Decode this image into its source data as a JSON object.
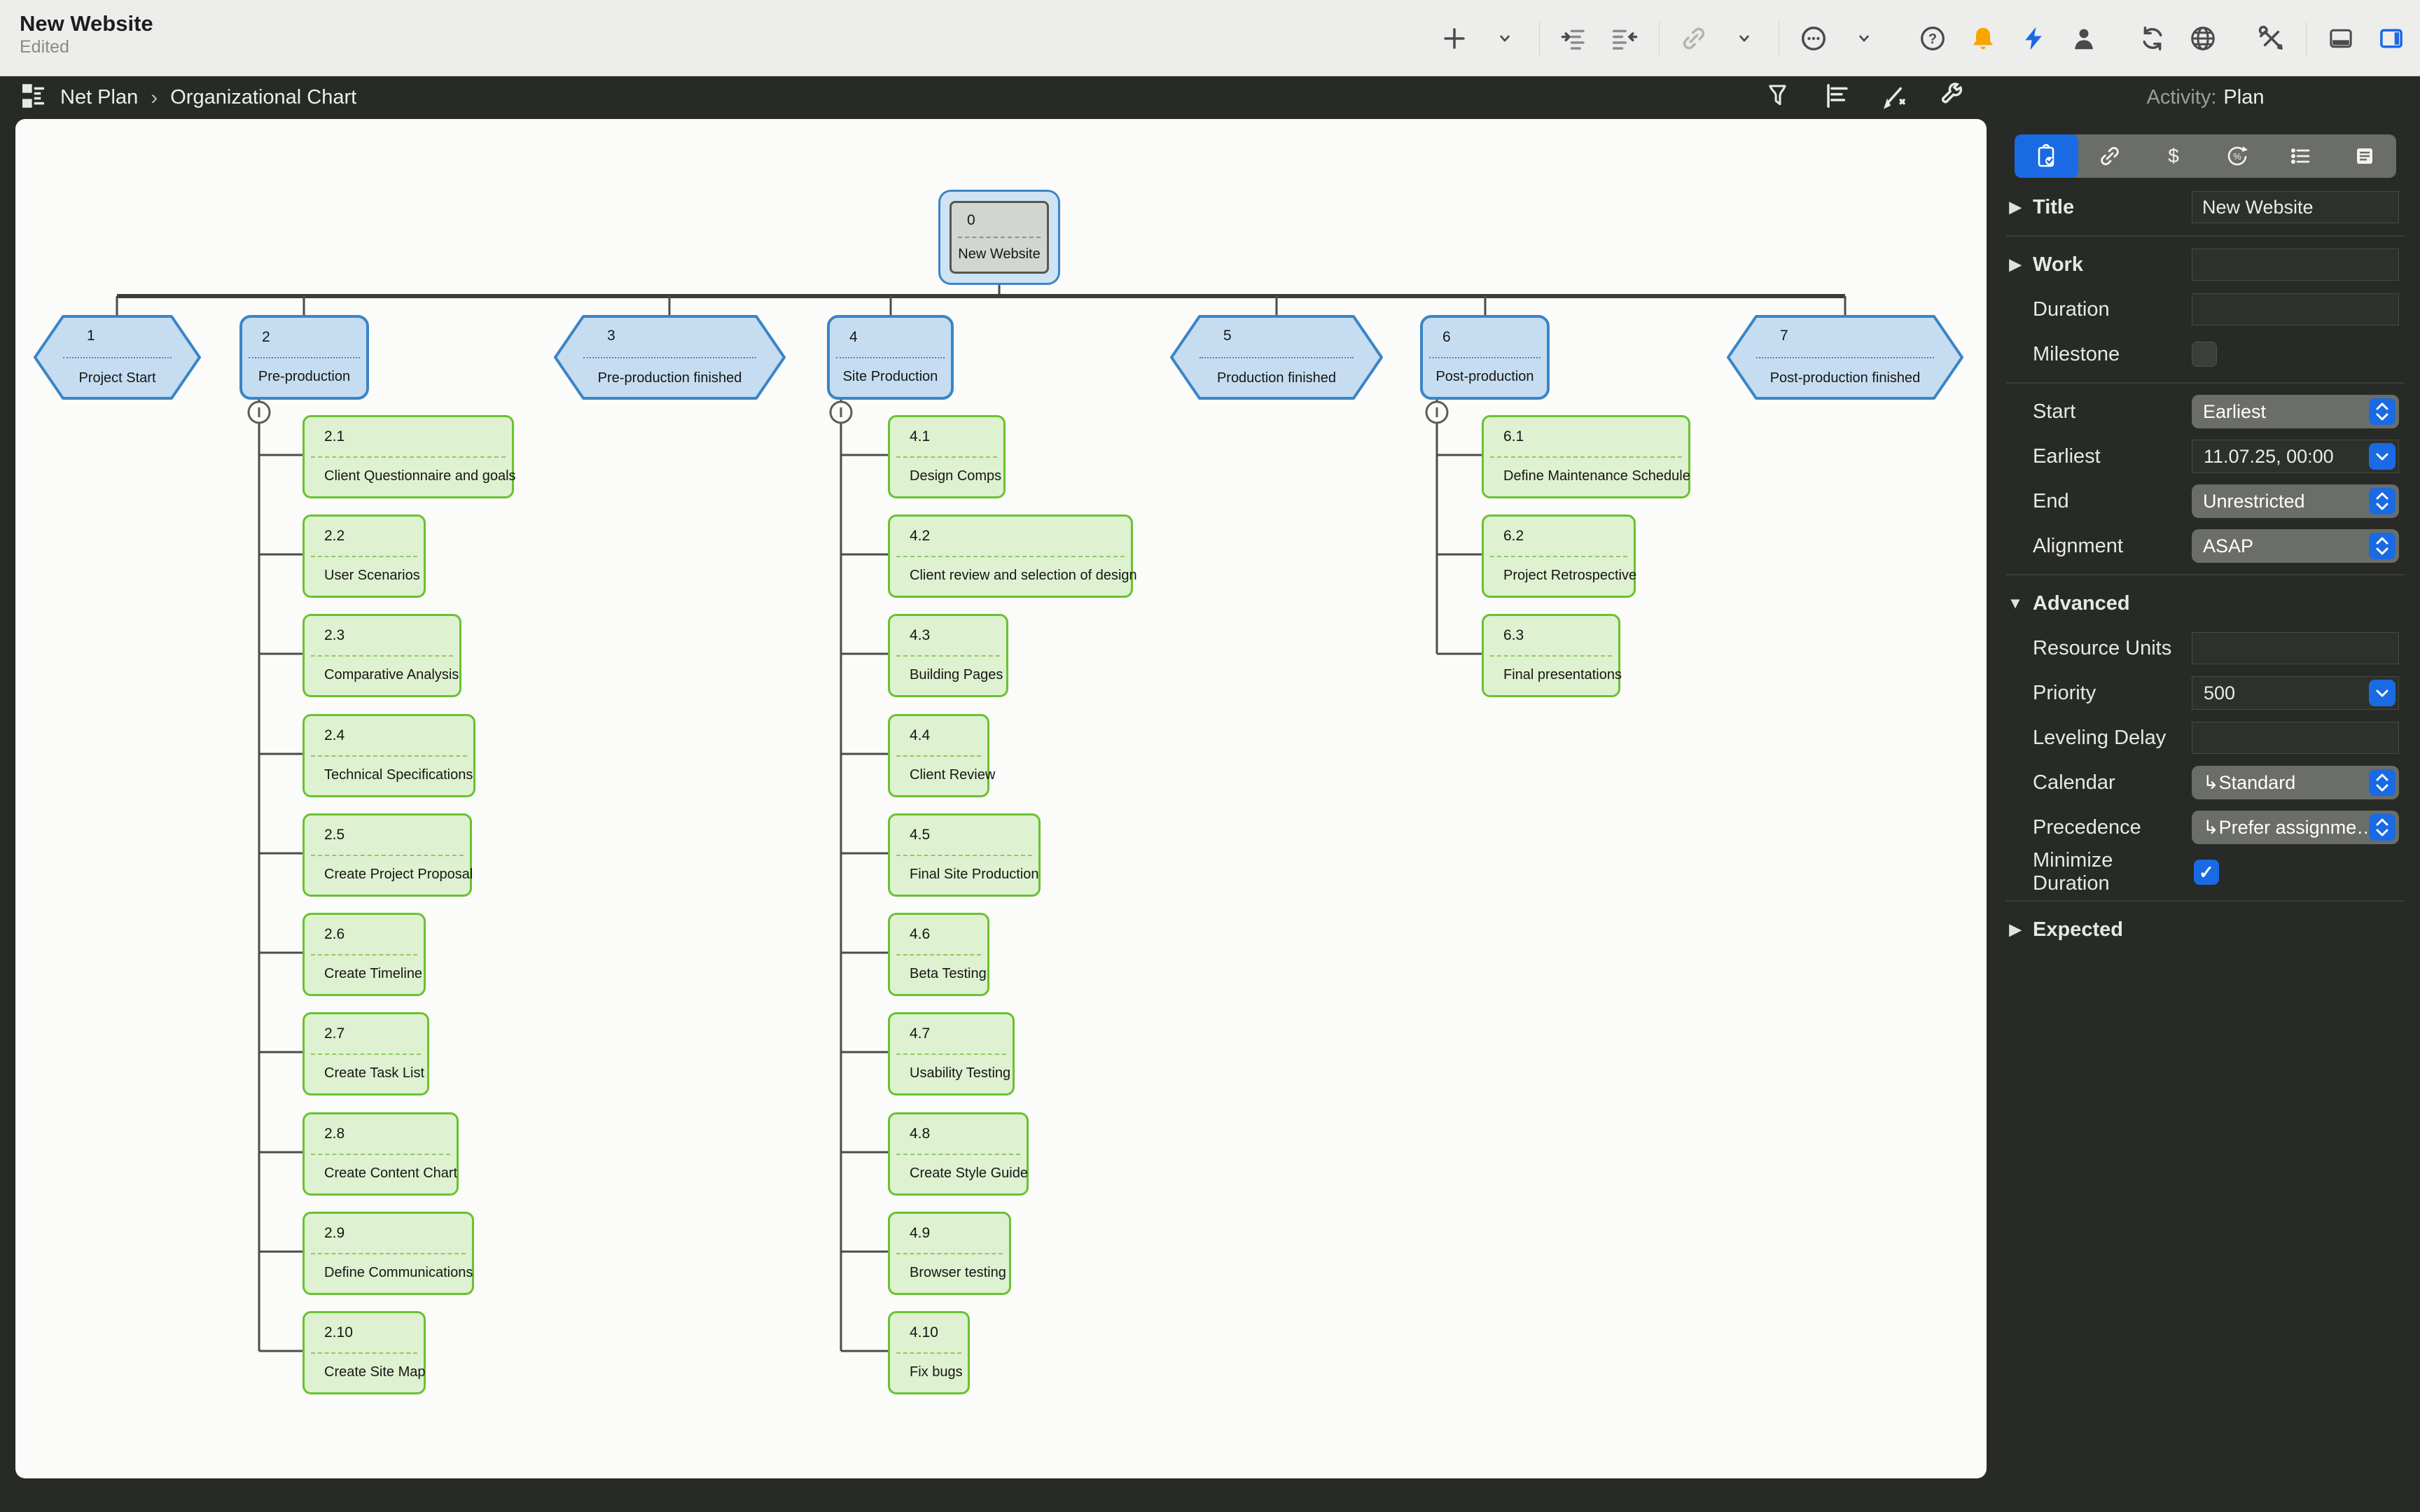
{
  "window": {
    "title": "New Website",
    "status": "Edited"
  },
  "toolbar": {
    "icons": [
      "add-icon",
      "chevron-down-icon",
      "indent-icon",
      "outdent-icon",
      "link-icon",
      "chevron-down-icon",
      "more-circle-icon",
      "chevron-down-icon",
      "help-icon",
      "notifications-icon",
      "activity-icon",
      "user-icon",
      "sync-icon",
      "network-icon",
      "settings-tools-icon",
      "bottom-panel-icon",
      "right-panel-icon"
    ]
  },
  "breadcrumb": {
    "view_icon": "net-plan-icon",
    "items": [
      "Net Plan",
      "Organizational Chart"
    ],
    "separator": "›",
    "actions": [
      "filter-icon",
      "outline-format-icon",
      "style-brush-icon",
      "wrench-icon"
    ]
  },
  "inspector": {
    "header_label": "Activity:",
    "header_value": "Plan",
    "tabs": [
      "plan-tab",
      "links-tab",
      "cost-tab",
      "progress-tab",
      "checklist-tab",
      "notes-tab"
    ],
    "title": {
      "label": "Title",
      "value": "New Website"
    },
    "work": {
      "label": "Work",
      "value": ""
    },
    "duration": {
      "label": "Duration",
      "value": ""
    },
    "milestone": {
      "label": "Milestone",
      "checked": false
    },
    "start": {
      "label": "Start",
      "value": "Earliest"
    },
    "earliest": {
      "label": "Earliest",
      "value": "11.07.25, 00:00"
    },
    "end": {
      "label": "End",
      "value": "Unrestricted"
    },
    "alignment": {
      "label": "Alignment",
      "value": "ASAP"
    },
    "advanced_label": "Advanced",
    "resource_units": {
      "label": "Resource Units",
      "value": ""
    },
    "priority": {
      "label": "Priority",
      "value": "500"
    },
    "leveling_delay": {
      "label": "Leveling Delay",
      "value": ""
    },
    "calendar": {
      "label": "Calendar",
      "value": "↳Standard"
    },
    "precedence": {
      "label": "Precedence",
      "value": "↳Prefer assignme…"
    },
    "minimize_duration": {
      "label": "Minimize Duration",
      "checked": true
    },
    "expected_label": "Expected"
  },
  "ui": {
    "check_glyph": "✓"
  },
  "chart": {
    "root": {
      "id": "0",
      "label": "New Website"
    },
    "level1": [
      {
        "id": "1",
        "label": "Project Start",
        "shape": "hexagon"
      },
      {
        "id": "2",
        "label": "Pre-production",
        "shape": "rect"
      },
      {
        "id": "3",
        "label": "Pre-production finished",
        "shape": "hexagon"
      },
      {
        "id": "4",
        "label": "Site Production",
        "shape": "rect"
      },
      {
        "id": "5",
        "label": "Production finished",
        "shape": "hexagon"
      },
      {
        "id": "6",
        "label": "Post-production",
        "shape": "rect"
      },
      {
        "id": "7",
        "label": "Post-production finished",
        "shape": "hexagon"
      }
    ],
    "groups": {
      "g2": [
        {
          "id": "2.1",
          "label": "Client Questionnaire and goals"
        },
        {
          "id": "2.2",
          "label": "User Scenarios"
        },
        {
          "id": "2.3",
          "label": "Comparative Analysis"
        },
        {
          "id": "2.4",
          "label": "Technical Specifications"
        },
        {
          "id": "2.5",
          "label": "Create Project Proposal"
        },
        {
          "id": "2.6",
          "label": "Create Timeline"
        },
        {
          "id": "2.7",
          "label": "Create Task List"
        },
        {
          "id": "2.8",
          "label": "Create Content Chart"
        },
        {
          "id": "2.9",
          "label": "Define Communications"
        },
        {
          "id": "2.10",
          "label": "Create Site Map"
        }
      ],
      "g4": [
        {
          "id": "4.1",
          "label": "Design Comps"
        },
        {
          "id": "4.2",
          "label": "Client review and selection of design"
        },
        {
          "id": "4.3",
          "label": "Building Pages"
        },
        {
          "id": "4.4",
          "label": "Client Review"
        },
        {
          "id": "4.5",
          "label": "Final Site Production"
        },
        {
          "id": "4.6",
          "label": "Beta Testing"
        },
        {
          "id": "4.7",
          "label": "Usability Testing"
        },
        {
          "id": "4.8",
          "label": "Create Style Guide"
        },
        {
          "id": "4.9",
          "label": "Browser testing"
        },
        {
          "id": "4.10",
          "label": "Fix bugs"
        }
      ],
      "g6": [
        {
          "id": "6.1",
          "label": "Define Maintenance Schedule"
        },
        {
          "id": "6.2",
          "label": "Project Retrospective"
        },
        {
          "id": "6.3",
          "label": "Final presentations"
        }
      ]
    }
  },
  "colors": {
    "accent_blue": "#1a6ae4",
    "node_blue_fill": "#c6ddf1",
    "node_blue_border": "#3a85c8",
    "node_green_fill": "#def1d0",
    "node_green_border": "#69c230",
    "panel_bg": "#272a26",
    "canvas_bg": "#fbfbf9",
    "bell_orange": "#f7a600"
  }
}
